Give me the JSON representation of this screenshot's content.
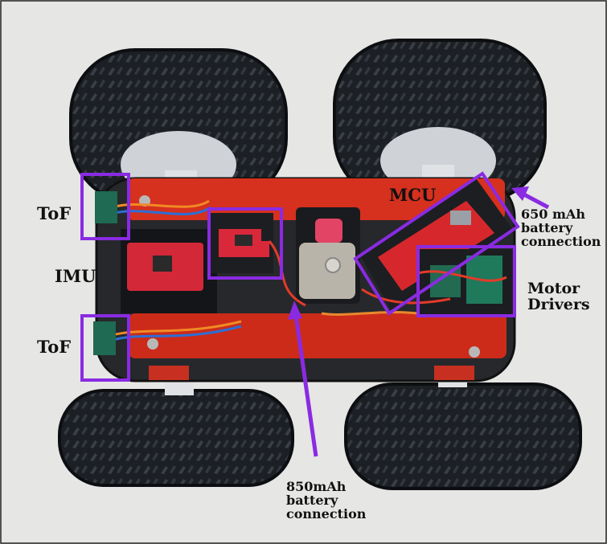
{
  "labels": {
    "tof_top": "ToF",
    "imu": "IMU",
    "tof_bottom": "ToF",
    "mcu": "MCU",
    "battery_650": [
      "650 mAh",
      "battery",
      "connection"
    ],
    "motor_drivers": [
      "Motor",
      "Drivers"
    ],
    "battery_850": [
      "850mAh",
      "battery",
      "connection"
    ]
  },
  "colors": {
    "annotation": "#8a2be2",
    "chassis_red": "#d6301e",
    "tire": "#1c1f24",
    "background": "#e6e6e4"
  }
}
